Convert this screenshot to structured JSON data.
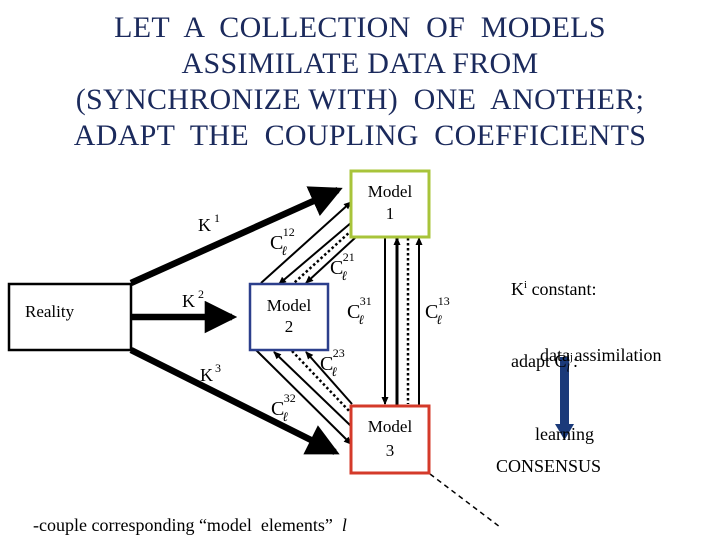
{
  "title": {
    "lines": [
      "LET  A  COLLECTION  OF  MODELS",
      "ASSIMILATE DATA FROM",
      "(SYNCHRONIZE WITH)  ONE  ANOTHER;",
      "ADAPT  THE  COUPLING  COEFFICIENTS"
    ]
  },
  "colors": {
    "title": "#1b2a5c",
    "model1_border": "#a8c43a",
    "model2_border": "#2c3f8c",
    "model3_border": "#d43a2a",
    "consensus_arrow": "#1b3a7a"
  },
  "nodes": {
    "reality": {
      "label": "Reality"
    },
    "model1": {
      "label_line1": "Model",
      "label_line2": "1"
    },
    "model2": {
      "label_line1": "Model",
      "label_line2": "2"
    },
    "model3": {
      "label_line1": "Model",
      "label_line2": "3"
    }
  },
  "edges": {
    "k1": {
      "base": "K",
      "sup": "1"
    },
    "k2": {
      "base": "K",
      "sup": "2"
    },
    "k3": {
      "base": "K",
      "sup": "3"
    },
    "c12": {
      "base": "C",
      "sub": "ℓ",
      "sup": "12"
    },
    "c21": {
      "base": "C",
      "sub": "ℓ",
      "sup": "21"
    },
    "c23": {
      "base": "C",
      "sub": "ℓ",
      "sup": "23"
    },
    "c32": {
      "base": "C",
      "sub": "ℓ",
      "sup": "32"
    },
    "c31": {
      "base": "C",
      "sub": "ℓ",
      "sup": "31"
    },
    "c13": {
      "base": "C",
      "sub": "ℓ",
      "sup": "13"
    }
  },
  "side_notes": {
    "k_note": {
      "base": "K",
      "sup": "i",
      "rest": " constant:",
      "line2": "data assimilation"
    },
    "c_note": {
      "prefix": "adapt C",
      "sub": "l",
      "sup": "ij",
      "rest": ":",
      "line2": "learning"
    },
    "consensus": "CONSENSUS"
  },
  "footnote": {
    "text": "-couple corresponding “model  elements”  ",
    "italic": "l"
  }
}
